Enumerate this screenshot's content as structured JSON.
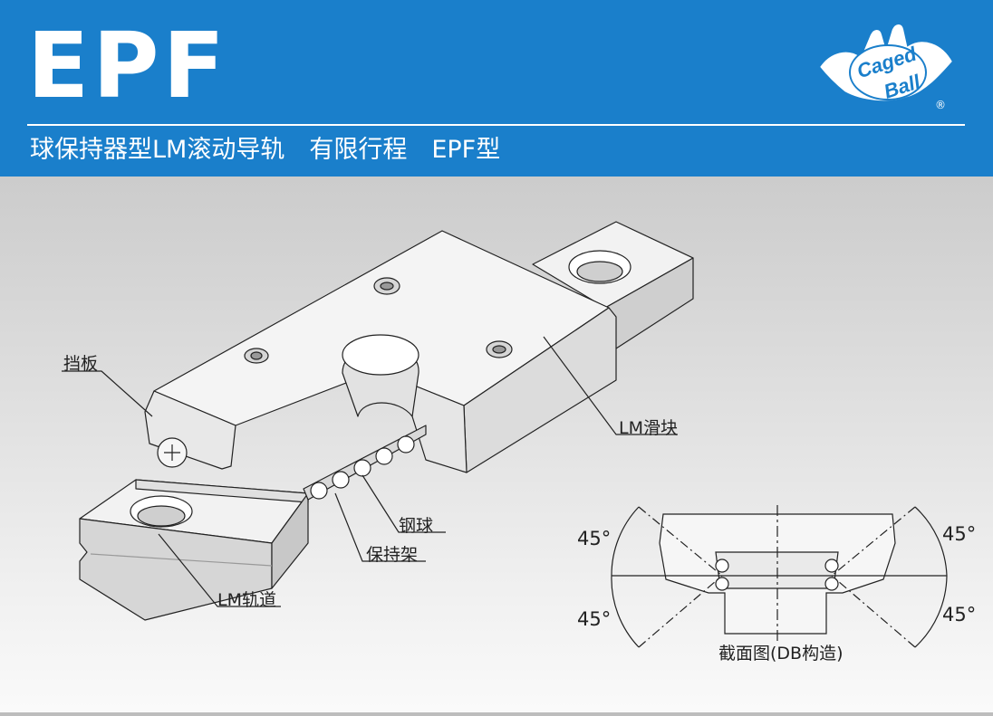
{
  "header": {
    "title": "EPF",
    "subtitle": "球保持器型LM滚动导轨　有限行程　EPF型",
    "logo_line1": "Caged",
    "logo_line2": "Ball",
    "logo_mark": "®"
  },
  "labels": {
    "end_plate": "挡板",
    "lm_block": "LM滑块",
    "ball": "钢球",
    "retainer": "保持架",
    "lm_rail": "LM轨道"
  },
  "section": {
    "caption": "截面图(DB构造)",
    "angle_top_left": "45°",
    "angle_bottom_left": "45°",
    "angle_top_right": "45°",
    "angle_bottom_right": "45°"
  },
  "colors": {
    "header_blue": "#1a7fcb",
    "part_face": "#eeeeee",
    "part_shade": "#d2d2d2",
    "line": "#222222"
  }
}
